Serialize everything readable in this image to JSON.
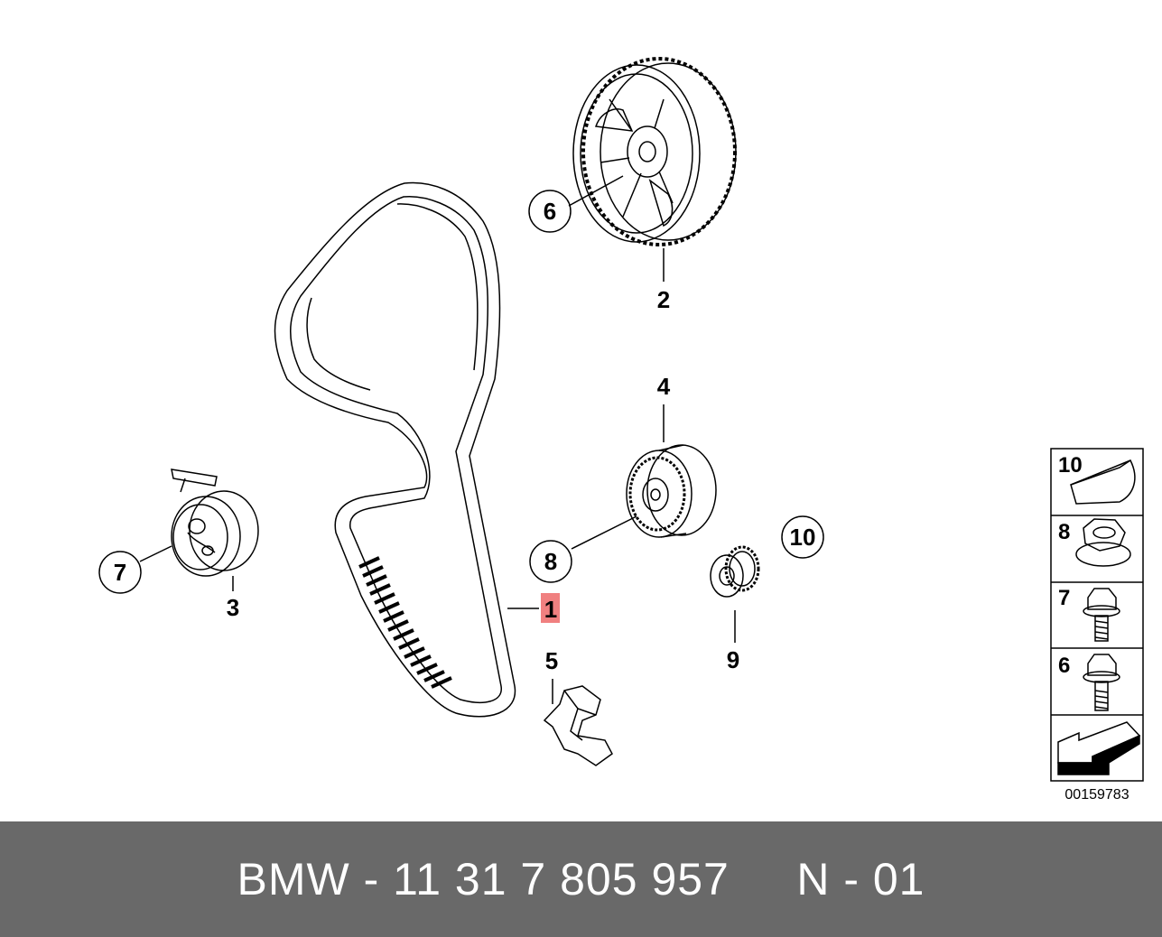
{
  "diagram": {
    "callouts": [
      {
        "id": "callout-6",
        "text": "6"
      },
      {
        "id": "callout-7",
        "text": "7"
      },
      {
        "id": "callout-8",
        "text": "8"
      },
      {
        "id": "callout-10",
        "text": "10"
      }
    ],
    "labels": [
      {
        "id": "label-2",
        "text": "2"
      },
      {
        "id": "label-4",
        "text": "4"
      },
      {
        "id": "label-3",
        "text": "3"
      },
      {
        "id": "label-1",
        "text": "1",
        "highlight": "#f08080"
      },
      {
        "id": "label-5",
        "text": "5"
      },
      {
        "id": "label-9",
        "text": "9"
      }
    ],
    "legend": {
      "items": [
        "10",
        "8",
        "7",
        "6"
      ],
      "code": "00159783"
    }
  },
  "footer": {
    "text": "BMW - 11 31 7 805 957     N - 01",
    "background": "#696969"
  }
}
